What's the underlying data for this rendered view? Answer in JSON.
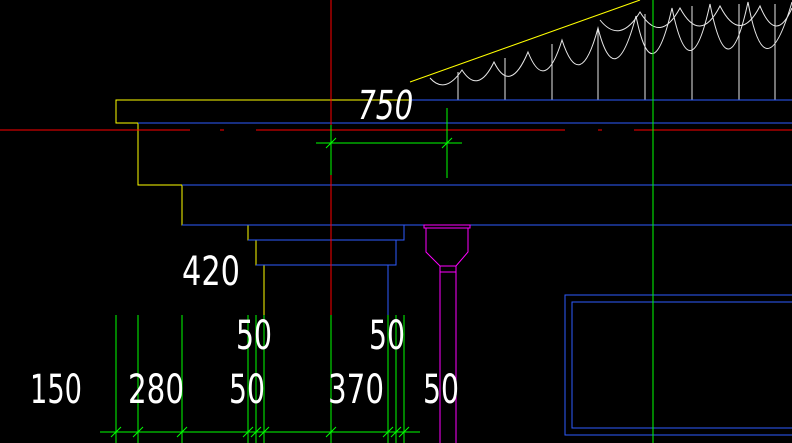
{
  "drawing": {
    "colors": {
      "background": "#000000",
      "outline": "#ffff00",
      "edge_lines": "#2e5bff",
      "dimension_lines": "#00ff00",
      "axis_red": "#ff0000",
      "downpipe": "#ff00ff",
      "text": "#ffffff"
    },
    "dimensions": {
      "d750": "750",
      "d420": "420",
      "d50_top_left": "50",
      "d50_top_right": "50",
      "d150": "150",
      "d280": "280",
      "d50_bottom_left": "50",
      "d370": "370",
      "d50_bottom_right": "50"
    }
  }
}
